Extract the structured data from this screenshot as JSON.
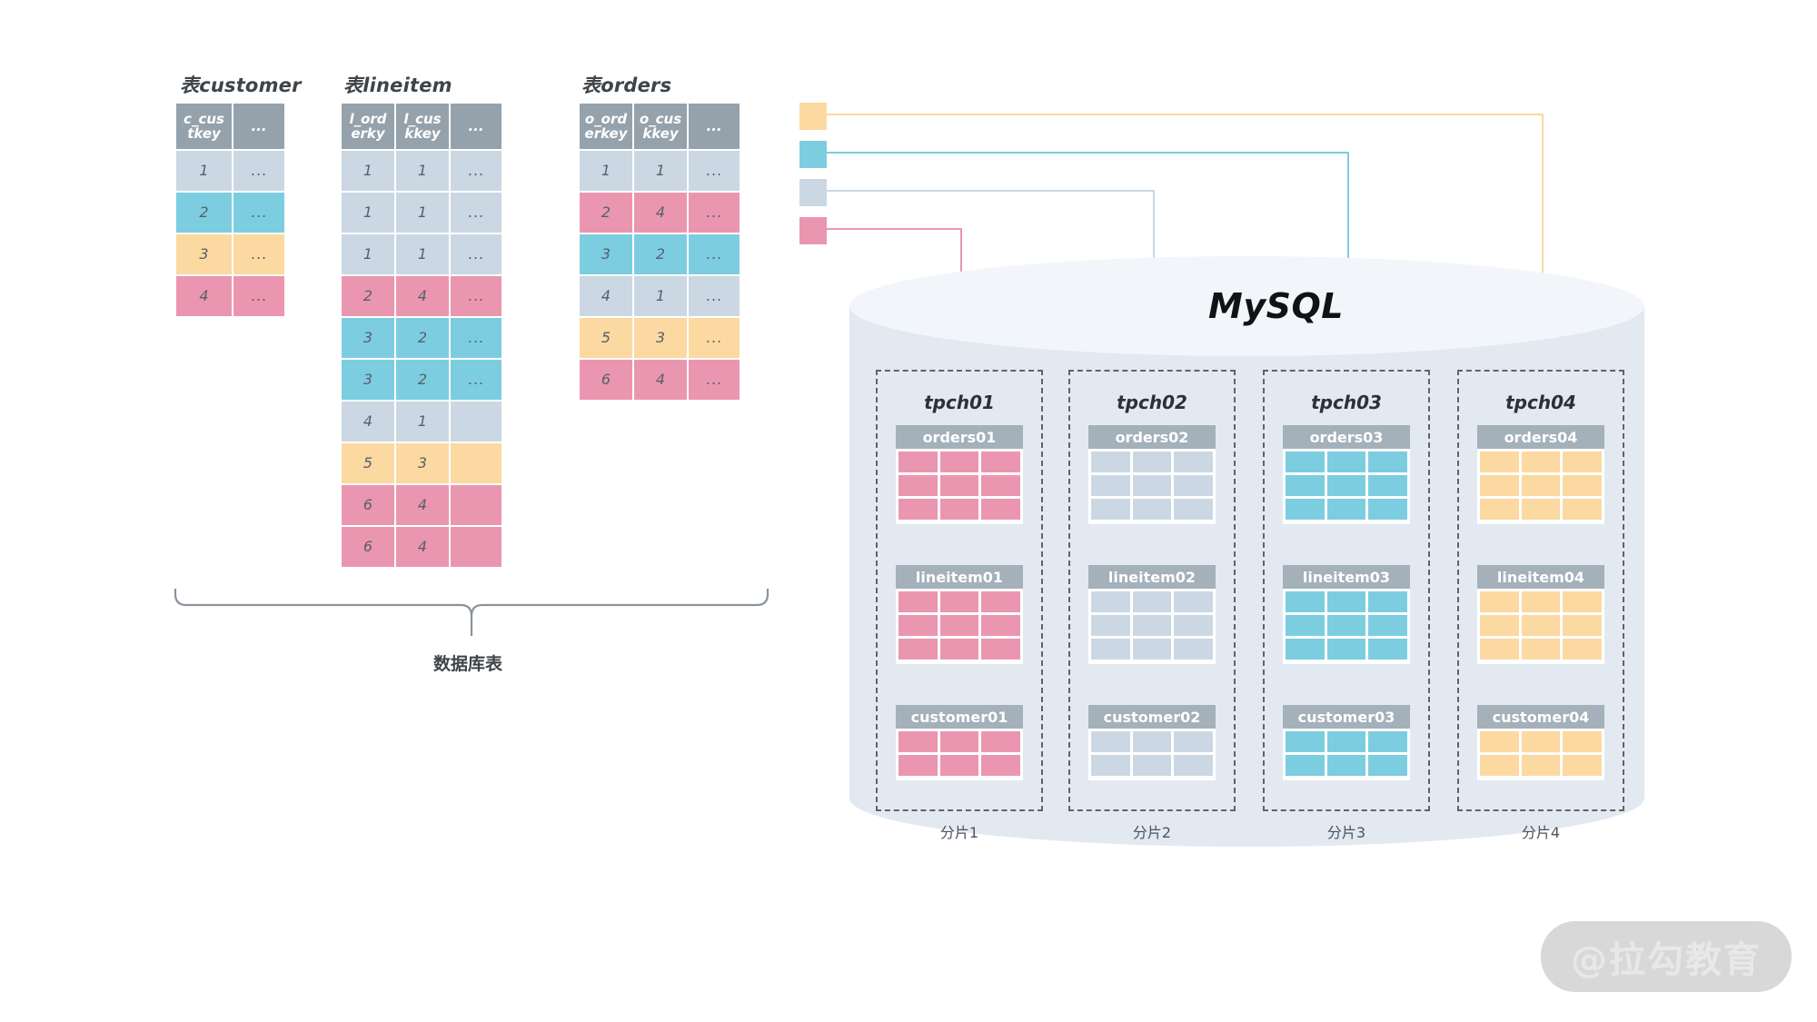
{
  "palette": {
    "pink": "#eb96b0",
    "cyan": "#7ccde0",
    "bluegray": "#cbd8e3",
    "yellow": "#fbd9a1",
    "header_gray": "#95a2ac",
    "shard_header_gray": "#a4b0ba",
    "cylinder_body": "#e2e9f1",
    "cylinder_top": "#f2f6fa",
    "text_dark": "#3f4448",
    "dash_border": "#5b6470"
  },
  "source_tables": [
    {
      "title": "表customer",
      "name": "customer",
      "columns": [
        "c_cus\ntkey",
        "..."
      ],
      "rows": [
        {
          "cells": [
            "1",
            "..."
          ],
          "color": "bluegray"
        },
        {
          "cells": [
            "2",
            "..."
          ],
          "color": "cyan"
        },
        {
          "cells": [
            "3",
            "..."
          ],
          "color": "yellow"
        },
        {
          "cells": [
            "4",
            "..."
          ],
          "color": "pink"
        }
      ]
    },
    {
      "title": "表lineitem",
      "name": "lineitem",
      "columns": [
        "l_ord\nerky",
        "l_cus\nkkey",
        "..."
      ],
      "rows": [
        {
          "cells": [
            "1",
            "1",
            "..."
          ],
          "color": "bluegray"
        },
        {
          "cells": [
            "1",
            "1",
            "..."
          ],
          "color": "bluegray"
        },
        {
          "cells": [
            "1",
            "1",
            "..."
          ],
          "color": "bluegray"
        },
        {
          "cells": [
            "2",
            "4",
            "..."
          ],
          "color": "pink"
        },
        {
          "cells": [
            "3",
            "2",
            "..."
          ],
          "color": "cyan"
        },
        {
          "cells": [
            "3",
            "2",
            "..."
          ],
          "color": "cyan"
        },
        {
          "cells": [
            "4",
            "1",
            ""
          ],
          "color": "bluegray"
        },
        {
          "cells": [
            "5",
            "3",
            ""
          ],
          "color": "yellow"
        },
        {
          "cells": [
            "6",
            "4",
            ""
          ],
          "color": "pink"
        },
        {
          "cells": [
            "6",
            "4",
            ""
          ],
          "color": "pink"
        }
      ]
    },
    {
      "title": "表orders",
      "name": "orders",
      "columns": [
        "o_ord\nerkey",
        "o_cus\nkkey",
        "..."
      ],
      "rows": [
        {
          "cells": [
            "1",
            "1",
            "..."
          ],
          "color": "bluegray"
        },
        {
          "cells": [
            "2",
            "4",
            "..."
          ],
          "color": "pink"
        },
        {
          "cells": [
            "3",
            "2",
            "..."
          ],
          "color": "cyan"
        },
        {
          "cells": [
            "4",
            "1",
            "..."
          ],
          "color": "bluegray"
        },
        {
          "cells": [
            "5",
            "3",
            "..."
          ],
          "color": "yellow"
        },
        {
          "cells": [
            "6",
            "4",
            "..."
          ],
          "color": "pink"
        }
      ]
    }
  ],
  "brace": {
    "label": "数据库表"
  },
  "legend": [
    {
      "color": "yellow",
      "target_shard": 4
    },
    {
      "color": "cyan",
      "target_shard": 3
    },
    {
      "color": "bluegray",
      "target_shard": 2
    },
    {
      "color": "pink",
      "target_shard": 1
    }
  ],
  "cylinder": {
    "title": "MySQL"
  },
  "shards": [
    {
      "title": "tpch01",
      "caption": "分片1",
      "color": "pink",
      "tables": [
        {
          "name": "orders01",
          "rows": 3,
          "cols": 3
        },
        {
          "name": "lineitem01",
          "rows": 3,
          "cols": 3
        },
        {
          "name": "customer01",
          "rows": 2,
          "cols": 3
        }
      ]
    },
    {
      "title": "tpch02",
      "caption": "分片2",
      "color": "bluegray",
      "tables": [
        {
          "name": "orders02",
          "rows": 3,
          "cols": 3
        },
        {
          "name": "lineitem02",
          "rows": 3,
          "cols": 3
        },
        {
          "name": "customer02",
          "rows": 2,
          "cols": 3
        }
      ]
    },
    {
      "title": "tpch03",
      "caption": "分片3",
      "color": "cyan",
      "tables": [
        {
          "name": "orders03",
          "rows": 3,
          "cols": 3
        },
        {
          "name": "lineitem03",
          "rows": 3,
          "cols": 3
        },
        {
          "name": "customer03",
          "rows": 2,
          "cols": 3
        }
      ]
    },
    {
      "title": "tpch04",
      "caption": "分片4",
      "color": "yellow",
      "tables": [
        {
          "name": "orders04",
          "rows": 3,
          "cols": 3
        },
        {
          "name": "lineitem04",
          "rows": 3,
          "cols": 3
        },
        {
          "name": "customer04",
          "rows": 2,
          "cols": 3
        }
      ]
    }
  ],
  "watermark": {
    "text": "@拉勾教育"
  }
}
